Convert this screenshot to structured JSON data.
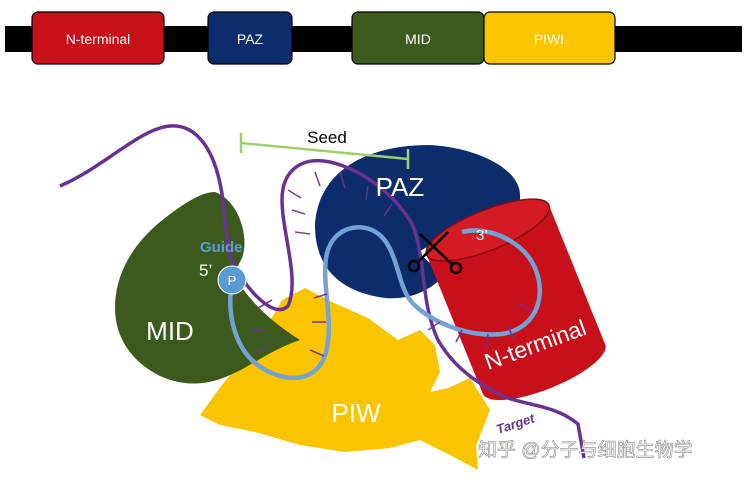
{
  "domain_bar": {
    "domains": [
      {
        "label": "N-terminal",
        "color": "#c8101b"
      },
      {
        "label": "PAZ",
        "color": "#0d2c6c"
      },
      {
        "label": "MID",
        "color": "#3d5a1e"
      },
      {
        "label": "PIWI",
        "color": "#fbc400"
      }
    ]
  },
  "structure": {
    "labels": {
      "seed": "Seed",
      "paz": "PAZ",
      "mid": "MID",
      "piwi": "PIW",
      "n_terminal": "N-terminal",
      "guide": "Guide",
      "five_prime": "5’",
      "three_prime": "3’",
      "phosphate": "P",
      "target": "Target"
    },
    "colors": {
      "paz": "#0d2c6c",
      "mid": "#3d5a1e",
      "piwi": "#fbc400",
      "n_terminal": "#c8101b",
      "guide_strand": "#74a2d4",
      "target_strand": "#6a3194",
      "seed_bracket": "#9bd16b"
    }
  },
  "watermark": "知乎 @分子与细胞生物学"
}
